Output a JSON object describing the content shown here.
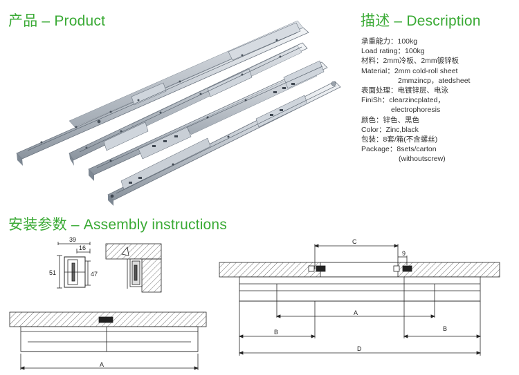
{
  "titles": {
    "product": "产品 – Product",
    "description": "描述 – Description",
    "assembly": "安装参数 – Assembly instructions"
  },
  "description": {
    "load_cn": "承重能力：100kg",
    "load_en": "Load rating：100kg",
    "material_cn": "材料：2mm冷板、2mm镀锌板",
    "material_en_1": "Material：2mm cold-roll sheet",
    "material_en_2": "2mmzincp，atedsheet",
    "finish_cn": "表面处理：电镀锌层、电泳",
    "finish_en_1": "FiniSh：clearzincplated，",
    "finish_en_2": "electrophoresis",
    "color_cn": "颜色：锌色、黑色",
    "color_en": "Color：Zinc,black",
    "package_cn": "包装：8套/箱(不含螺丝)",
    "package_en_1": "Package：8sets/carton",
    "package_en_2": "(withoutscrew)"
  },
  "dimensions": {
    "w39": "39",
    "w16": "16",
    "h51": "51",
    "h47": "47",
    "A": "A",
    "B": "B",
    "C": "C",
    "D": "D",
    "n9": "9"
  },
  "colors": {
    "accent": "#3aaa35",
    "metal_light": "#e4e8ec",
    "metal_mid": "#b9c0c8",
    "metal_dark": "#7d8792",
    "line": "#222222"
  }
}
